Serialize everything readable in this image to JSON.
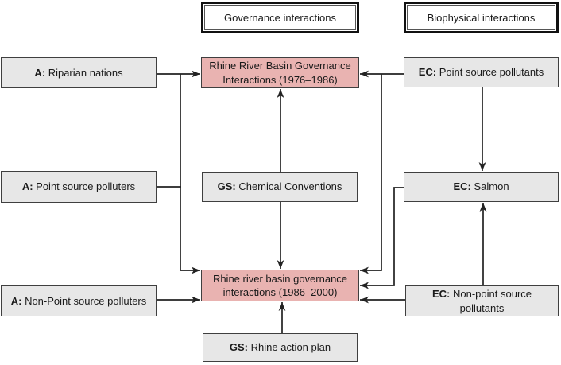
{
  "diagram": {
    "headers": {
      "governance": "Governance interactions",
      "biophysical": "Biophysical interactions"
    },
    "boxes": {
      "riparian": {
        "prefix": "A:",
        "label": "Riparian nations"
      },
      "point_polluters": {
        "prefix": "A:",
        "label": "Point source polluters"
      },
      "nonpoint_polluters": {
        "prefix": "A:",
        "label": "Non-Point source polluters"
      },
      "gov_1976": {
        "label": "Rhine River Basin Governance Interactions (1976–1986)"
      },
      "chemical_conventions": {
        "prefix": "GS:",
        "label": "Chemical Conventions"
      },
      "gov_1986": {
        "label": "Rhine river basin governance interactions (1986–2000)"
      },
      "rhine_action_plan": {
        "prefix": "GS:",
        "label": "Rhine action plan"
      },
      "ec_point": {
        "prefix": "EC:",
        "label": "Point source pollutants"
      },
      "ec_salmon": {
        "prefix": "EC:",
        "label": "Salmon"
      },
      "ec_nonpoint": {
        "prefix": "EC:",
        "label": "Non-point source pollutants"
      }
    },
    "colors": {
      "box_fill": "#e7e7e7",
      "box_border": "#3f3f3f",
      "highlight_fill": "#e9b3b1",
      "line": "#222222"
    }
  }
}
